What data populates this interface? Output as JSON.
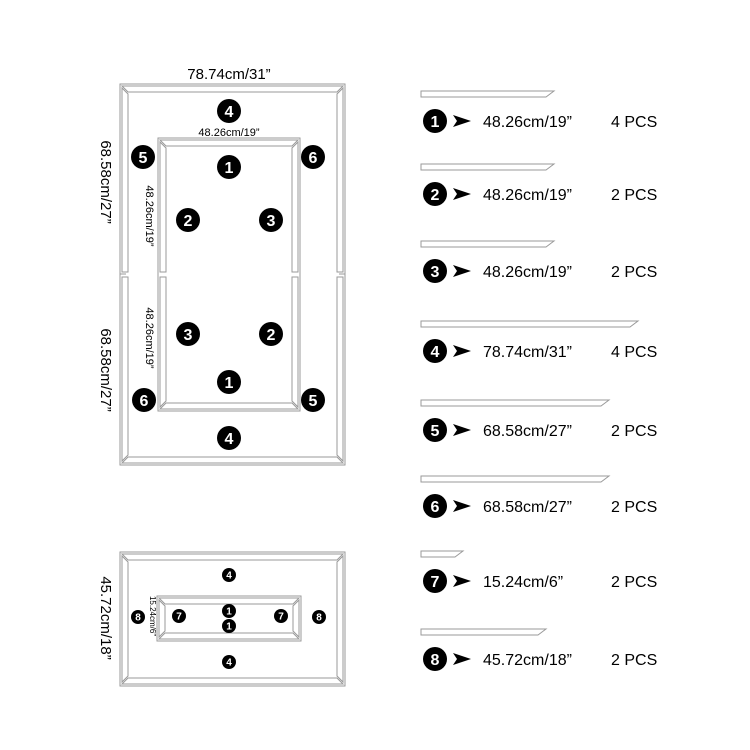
{
  "layout1": {
    "outer_width": "78.74cm/31”",
    "height_top": "68.58cm/27”",
    "height_bottom": "68.58cm/27”",
    "inner_width": "48.26cm/19”",
    "inner_height_top": "48.26cm/19”",
    "inner_height_bottom": "48.26cm/19”",
    "badges": {
      "top_outer": "4",
      "top_left_side": "5",
      "top_right_side": "6",
      "top_inner": "1",
      "top_left_inner": "2",
      "top_right_inner": "3",
      "bottom_left_inner": "3",
      "bottom_right_inner": "2",
      "bottom_inner": "1",
      "bottom_left_side": "6",
      "bottom_right_side": "5",
      "bottom_outer": "4"
    }
  },
  "layout2": {
    "height": "45.72cm/18”",
    "inner_height": "15.24cm/6”",
    "badges": {
      "top": "4",
      "left": "8",
      "right": "8",
      "inner_left": "7",
      "inner_right": "7",
      "center_top": "1",
      "center_bottom": "1",
      "bottom": "4"
    }
  },
  "parts": [
    {
      "num": "1",
      "length": "48.26cm/19”",
      "qty": "4 PCS"
    },
    {
      "num": "2",
      "length": "48.26cm/19”",
      "qty": "2 PCS"
    },
    {
      "num": "3",
      "length": "48.26cm/19”",
      "qty": "2 PCS"
    },
    {
      "num": "4",
      "length": "78.74cm/31”",
      "qty": "4 PCS"
    },
    {
      "num": "5",
      "length": "68.58cm/27”",
      "qty": "2 PCS"
    },
    {
      "num": "6",
      "length": "68.58cm/27”",
      "qty": "2 PCS"
    },
    {
      "num": "7",
      "length": "15.24cm/6”",
      "qty": "2 PCS"
    },
    {
      "num": "8",
      "length": "45.72cm/18”",
      "qty": "2 PCS"
    }
  ],
  "colors": {
    "line": "#9a9a9a",
    "badge": "#000000",
    "badge_text": "#ffffff"
  }
}
